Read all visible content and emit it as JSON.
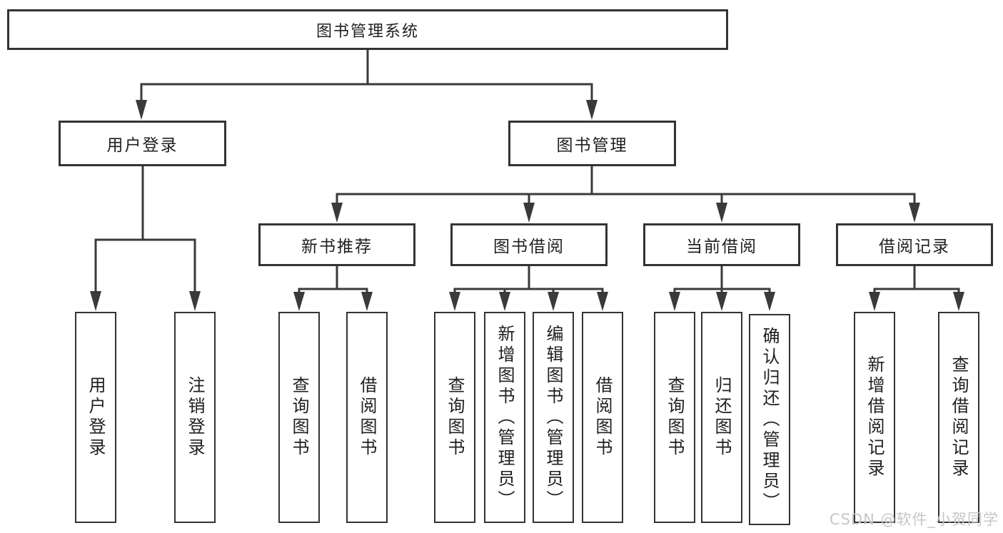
{
  "diagram": {
    "root": {
      "label": "图书管理系统"
    },
    "branches": [
      {
        "label": "用户登录",
        "children": [
          {
            "label": "用户登录"
          },
          {
            "label": "注销登录"
          }
        ]
      },
      {
        "label": "图书管理",
        "children": [
          {
            "label": "新书推荐",
            "children": [
              {
                "label": "查询图书"
              },
              {
                "label": "借阅图书"
              }
            ]
          },
          {
            "label": "图书借阅",
            "children": [
              {
                "label": "查询图书"
              },
              {
                "label": "新增图书（管理员）"
              },
              {
                "label": "编辑图书（管理员）"
              },
              {
                "label": "借阅图书"
              }
            ]
          },
          {
            "label": "当前借阅",
            "children": [
              {
                "label": "查询图书"
              },
              {
                "label": "归还图书"
              },
              {
                "label": "确认归还（管理员）"
              }
            ]
          },
          {
            "label": "借阅记录",
            "children": [
              {
                "label": "新增借阅记录"
              },
              {
                "label": "查询借阅记录"
              }
            ]
          }
        ]
      }
    ]
  },
  "watermark": {
    "text": "CSDN @软件_小贺同学"
  },
  "colors": {
    "line": "#3a3a3a",
    "border": "#333333",
    "text": "#1f1f1f",
    "watermark": "#c6c6c6",
    "background": "#ffffff"
  }
}
